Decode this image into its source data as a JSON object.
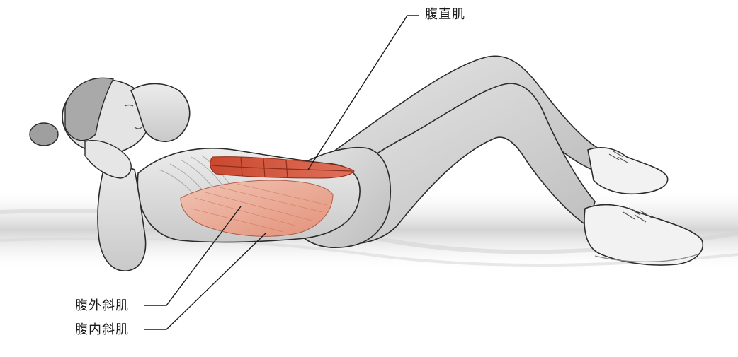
{
  "labels": {
    "rectus_abdominis": "腹直肌",
    "external_oblique": "腹外斜肌",
    "internal_oblique": "腹内斜肌"
  },
  "colors": {
    "muscle_primary": "#d9624a",
    "muscle_secondary": "#ecaa92",
    "body_fill": "#dedede",
    "outline": "#2b2b2b",
    "floor_shadow": "#cfcfcf"
  }
}
